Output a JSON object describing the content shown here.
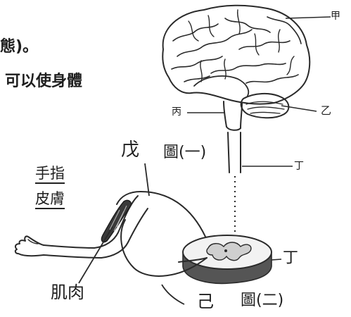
{
  "question_text": {
    "line1_fragment": "態)。",
    "line2_fragment": "可以使身體"
  },
  "labels": {
    "jia": "甲",
    "yi": "乙",
    "bing": "丙",
    "ding_top": "丁",
    "ding_bottom": "丁",
    "wu": "戊",
    "ji": "己",
    "finger_skin_1": "手指",
    "finger_skin_2": "皮膚",
    "muscle": "肌肉"
  },
  "captions": {
    "figure1": "圖(一)",
    "figure2": "圖(二)"
  }
}
